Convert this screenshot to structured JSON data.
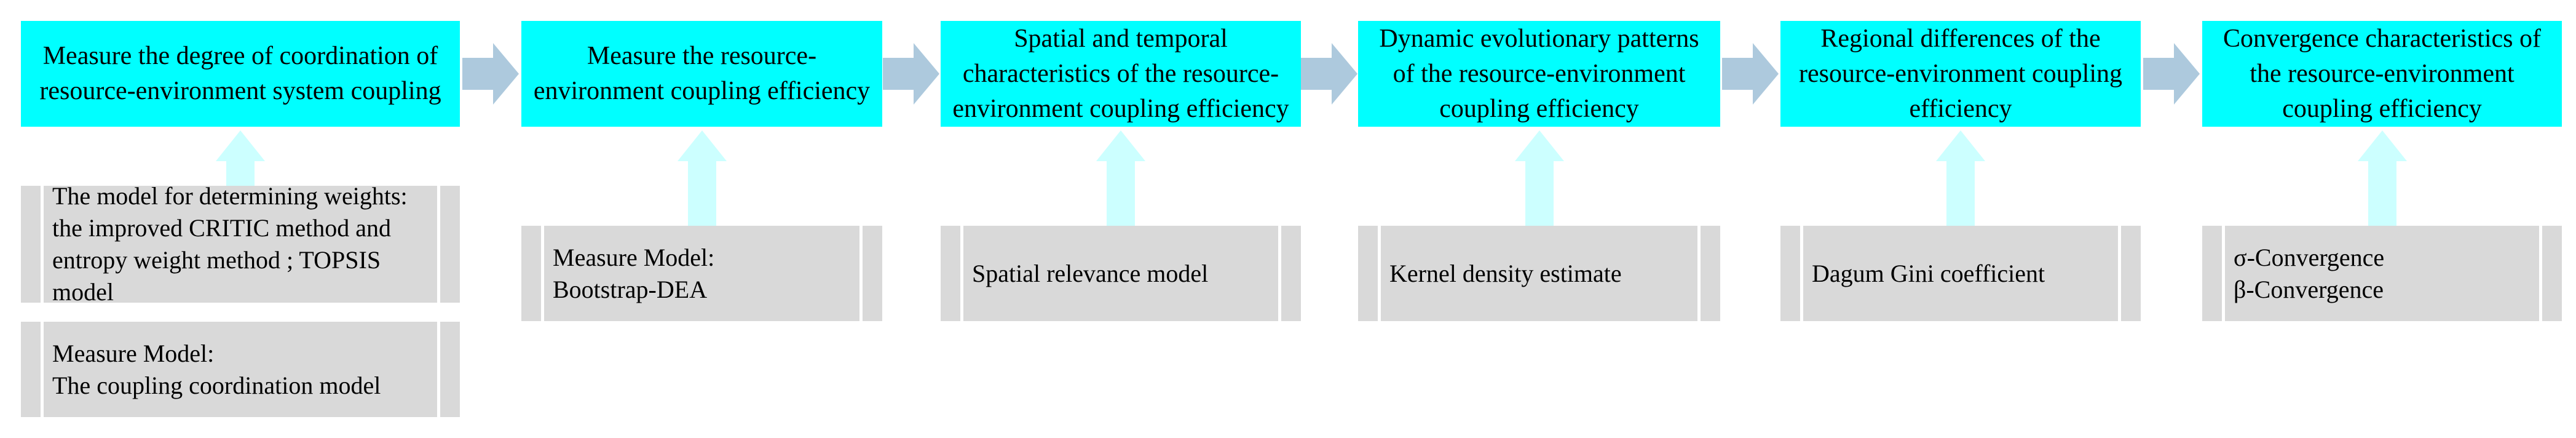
{
  "palette": {
    "step_fill": "#00ffff",
    "model_fill": "#d9d9d9",
    "flow_arrow": "#adc9dd",
    "up_arrow": "#ccffff",
    "text": "#000000"
  },
  "steps": [
    {
      "title_lines": [
        "Measure the degree of coordination of",
        "resource-environment system coupling"
      ],
      "models": [
        {
          "lines": [
            "The model for determining weights:",
            "the improved CRITIC method and",
            "entropy weight method ; TOPSIS model"
          ]
        },
        {
          "lines": [
            "Measure Model:",
            "The coupling coordination model"
          ]
        }
      ]
    },
    {
      "title_lines": [
        "Measure the resource-",
        "environment coupling efficiency"
      ],
      "models": [
        {
          "lines": [
            "Measure Model:",
            "Bootstrap-DEA"
          ]
        }
      ]
    },
    {
      "title_lines": [
        "Spatial and temporal",
        "characteristics of the resource-",
        "environment coupling efficiency"
      ],
      "models": [
        {
          "lines": [
            "Spatial relevance model"
          ]
        }
      ]
    },
    {
      "title_lines": [
        "Dynamic evolutionary patterns",
        "of the resource-environment",
        "coupling efficiency"
      ],
      "models": [
        {
          "lines": [
            "Kernel density estimate"
          ]
        }
      ]
    },
    {
      "title_lines": [
        "Regional differences of the",
        "resource-environment coupling",
        "efficiency"
      ],
      "models": [
        {
          "lines": [
            "Dagum Gini coefficient"
          ]
        }
      ]
    },
    {
      "title_lines": [
        "Convergence characteristics of",
        "the resource-environment",
        "coupling efficiency"
      ],
      "models": [
        {
          "lines": [
            "σ-Convergence",
            "β-Convergence"
          ]
        }
      ]
    }
  ]
}
